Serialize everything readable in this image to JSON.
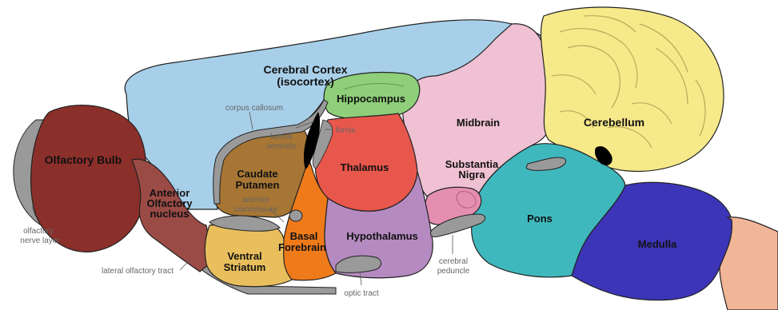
{
  "regions": {
    "cerebral_cortex": {
      "line1": "Cerebral Cortex",
      "line2": "(isocortex)",
      "color": "#a8cfe9"
    },
    "hippocampus": {
      "label": "Hippocampus",
      "color": "#8fcf7a"
    },
    "midbrain": {
      "label": "Midbrain",
      "color": "#efc1d3"
    },
    "cerebellum": {
      "label": "Cerebellum",
      "color": "#f6e98a"
    },
    "olfactory_bulb": {
      "label": "Olfactory Bulb",
      "color": "#8b2f2a"
    },
    "anterior_olfactory_nucleus": {
      "line1": "Anterior",
      "line2": "Olfactory",
      "line3": "nucleus",
      "color": "#9b4b45"
    },
    "caudate_putamen": {
      "line1": "Caudate",
      "line2": "Putamen",
      "color": "#a77634"
    },
    "thalamus": {
      "label": "Thalamus",
      "color": "#e8574c"
    },
    "substantia_nigra": {
      "line1": "Substantia",
      "line2": "Nigra",
      "color": "#e58fb0"
    },
    "basal_forebrain": {
      "line1": "Basal",
      "line2": "Forebrain",
      "color": "#ef7a1a"
    },
    "hypothalamus": {
      "label": "Hypothalamus",
      "color": "#b58ac0"
    },
    "ventral_striatum": {
      "line1": "Ventral",
      "line2": "Striatum",
      "color": "#e9bf5d"
    },
    "pons": {
      "label": "Pons",
      "color": "#3fb8bd"
    },
    "medulla": {
      "label": "Medulla",
      "color": "#3c35b8"
    },
    "spinal_cord": {
      "color": "#f1b597"
    }
  },
  "annotations": {
    "corpus_callosum": "corpus callosum",
    "lateral_ventricle_1": "lateral",
    "lateral_ventricle_2": "ventricle",
    "fornix": "fornix",
    "anterior_commissure_1": "anterior",
    "anterior_commissure_2": "commissure",
    "olfactory_nerve_layer_1": "olfactory",
    "olfactory_nerve_layer_2": "nerve layer",
    "lateral_olfactory_tract": "lateral olfactory tract",
    "optic_tract": "optic tract",
    "cerebral_peduncle_1": "cerebral",
    "cerebral_peduncle_2": "peduncle"
  },
  "colors": {
    "white_matter": "#9a9a9a",
    "ventricle": "#000000",
    "outline": "#222222"
  }
}
